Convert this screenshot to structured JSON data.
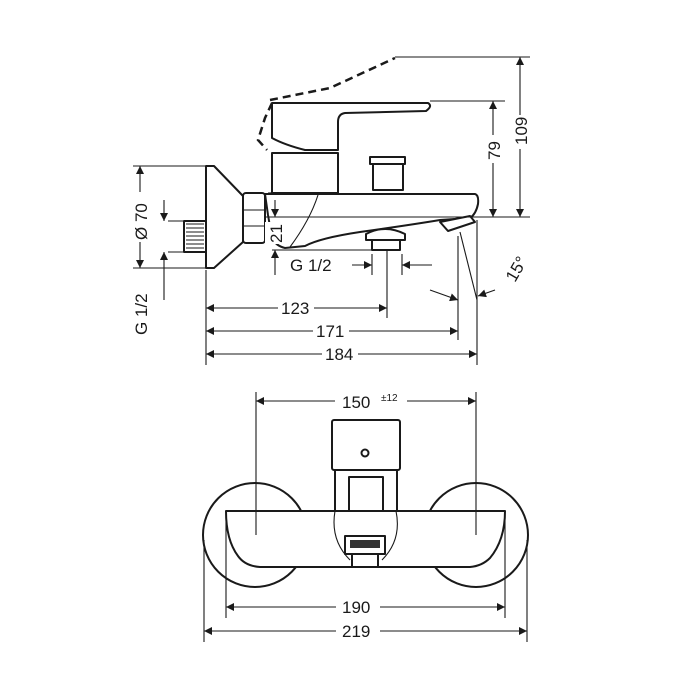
{
  "side_view": {
    "height_total": "109",
    "height_lever": "79",
    "flange_diameter": "Ø 70",
    "inlet_thread": "G 1/2",
    "spout_height": "21",
    "outlet_thread": "G 1/2",
    "spout_angle": "15°",
    "dim_outlet": "123",
    "dim_spout_tip": "171",
    "dim_overall_depth": "184"
  },
  "front_view": {
    "center_distance": "150",
    "center_tolerance": "±12",
    "body_width": "190",
    "overall_width": "219"
  },
  "colors": {
    "line": "#1a1a1a",
    "background": "#ffffff"
  }
}
